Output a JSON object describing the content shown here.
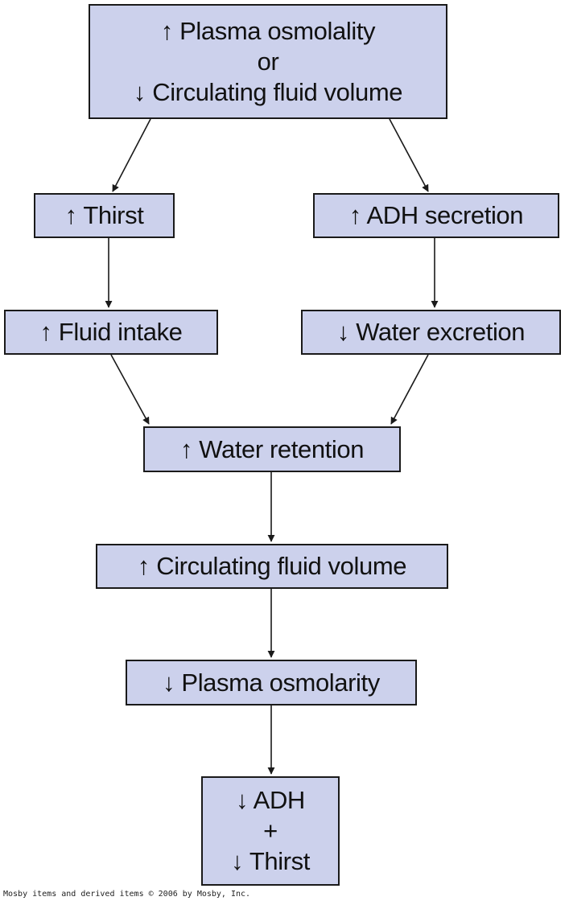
{
  "nodes": {
    "start": {
      "line1": "↑ Plasma osmolality",
      "line2": "or",
      "line3": "↓ Circulating fluid volume"
    },
    "thirst": {
      "label": "↑ Thirst"
    },
    "adh_secretion": {
      "label": "↑ ADH secretion"
    },
    "fluid_intake": {
      "label": "↑ Fluid intake"
    },
    "water_excretion": {
      "label": "↓ Water excretion"
    },
    "water_retention": {
      "label": "↑ Water retention"
    },
    "circulating_volume": {
      "label": "↑ Circulating fluid volume"
    },
    "plasma_osmolarity": {
      "label": "↓ Plasma osmolarity"
    },
    "end": {
      "line1": "↓ ADH",
      "line2": "+",
      "line3": "↓ Thirst"
    }
  },
  "edges": [
    {
      "from": "start",
      "to": "thirst"
    },
    {
      "from": "start",
      "to": "adh_secretion"
    },
    {
      "from": "thirst",
      "to": "fluid_intake"
    },
    {
      "from": "adh_secretion",
      "to": "water_excretion"
    },
    {
      "from": "fluid_intake",
      "to": "water_retention"
    },
    {
      "from": "water_excretion",
      "to": "water_retention"
    },
    {
      "from": "water_retention",
      "to": "circulating_volume"
    },
    {
      "from": "circulating_volume",
      "to": "plasma_osmolarity"
    },
    {
      "from": "plasma_osmolarity",
      "to": "end"
    }
  ],
  "footer": {
    "credit": "Mosby items and derived items © 2006 by Mosby, Inc."
  },
  "colors": {
    "box_fill": "#ccd1ec",
    "stroke": "#1a1a1a"
  }
}
